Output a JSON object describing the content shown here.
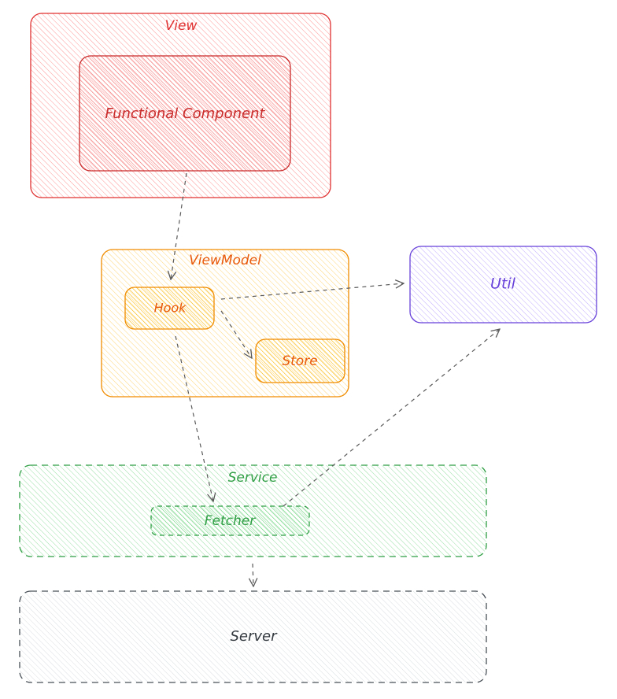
{
  "nodes": {
    "view": {
      "label": "View",
      "stroke": "#e03131",
      "fill": "#ffc9c9",
      "text": "#e03131"
    },
    "functional_component": {
      "label": "Functional Component",
      "stroke": "#c92a2a",
      "fill": "#ff8787",
      "text": "#c92a2a"
    },
    "viewmodel": {
      "label": "ViewModel",
      "stroke": "#f08c00",
      "fill": "#ffec99",
      "text": "#e8590c"
    },
    "hook": {
      "label": "Hook",
      "stroke": "#f08c00",
      "fill": "#ffd43b",
      "text": "#e8590c"
    },
    "store": {
      "label": "Store",
      "stroke": "#f08c00",
      "fill": "#ffd43b",
      "text": "#e8590c"
    },
    "util": {
      "label": "Util",
      "stroke": "#6741d9",
      "fill": "#d0bfff",
      "text": "#6741d9"
    },
    "service": {
      "label": "Service",
      "stroke": "#2f9e44",
      "fill": "#b2f2bb",
      "text": "#2f9e44"
    },
    "fetcher": {
      "label": "Fetcher",
      "stroke": "#2f9e44",
      "fill": "#8ce99a",
      "text": "#2f9e44"
    },
    "server": {
      "label": "Server",
      "stroke": "#495057",
      "fill": "#e9ecef",
      "text": "#343a40"
    }
  },
  "edges": [
    {
      "from": "functional_component",
      "to": "hook"
    },
    {
      "from": "hook",
      "to": "util"
    },
    {
      "from": "hook",
      "to": "store"
    },
    {
      "from": "hook",
      "to": "fetcher"
    },
    {
      "from": "fetcher",
      "to": "util"
    },
    {
      "from": "service",
      "to": "server"
    }
  ],
  "edge_color": "#595959"
}
